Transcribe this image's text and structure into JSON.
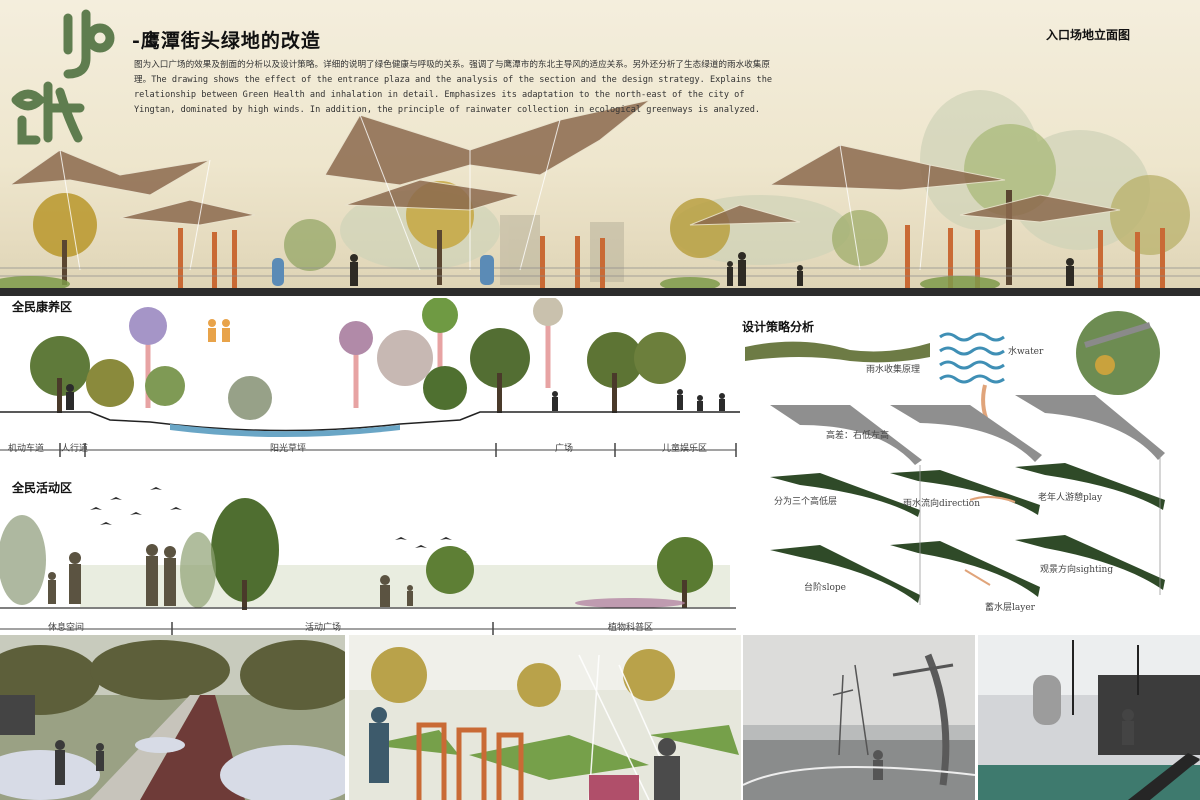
{
  "header": {
    "title": "-鹰潭街头绿地的改造",
    "description": "图为入口广场的效果及剖面的分析以及设计策略。详细的说明了绿色健康与呼吸的关系。强调了与鹰潭市的东北主导风的适应关系。另外还分析了生态绿道的雨水收集原理。The drawing shows the effect of the entrance plaza and the analysis of the section and the design strategy. Explains the relationship between Green Health and inhalation in detail. Emphasizes its adaptation to the north-east of the city of Yingtan, dominated by high winds. In addition, the principle of rainwater collection in ecological greenways is analyzed.",
    "elevation_label": "入口场地立面图"
  },
  "section1": {
    "title": "全民康养区",
    "zones": [
      "机动车道",
      "人行道",
      "阳光草坪",
      "广场",
      "儿童娱乐区"
    ]
  },
  "section2": {
    "title": "全民活动区",
    "zones": [
      "休息空间",
      "活动广场",
      "植物科普区"
    ]
  },
  "strategy": {
    "title": "设计策略分析",
    "labels": {
      "rain_collect": "雨水收集原理",
      "water": "水water",
      "height": "高差：右低左高",
      "three_layers": "分为三个高低层",
      "direction": "雨水流向direction",
      "play": "老年人游憩play",
      "slope": "台阶slope",
      "layer": "蓄水层layer",
      "sighting": "观景方向sighting"
    }
  },
  "colors": {
    "banner_bg": "#efe7cf",
    "canopy": "#8c6a4e",
    "logo_green": "#5f7d4f",
    "column_orange": "#c96a35",
    "water_blue": "#6aa6c6",
    "ribbon_green": "#2f4a28"
  }
}
